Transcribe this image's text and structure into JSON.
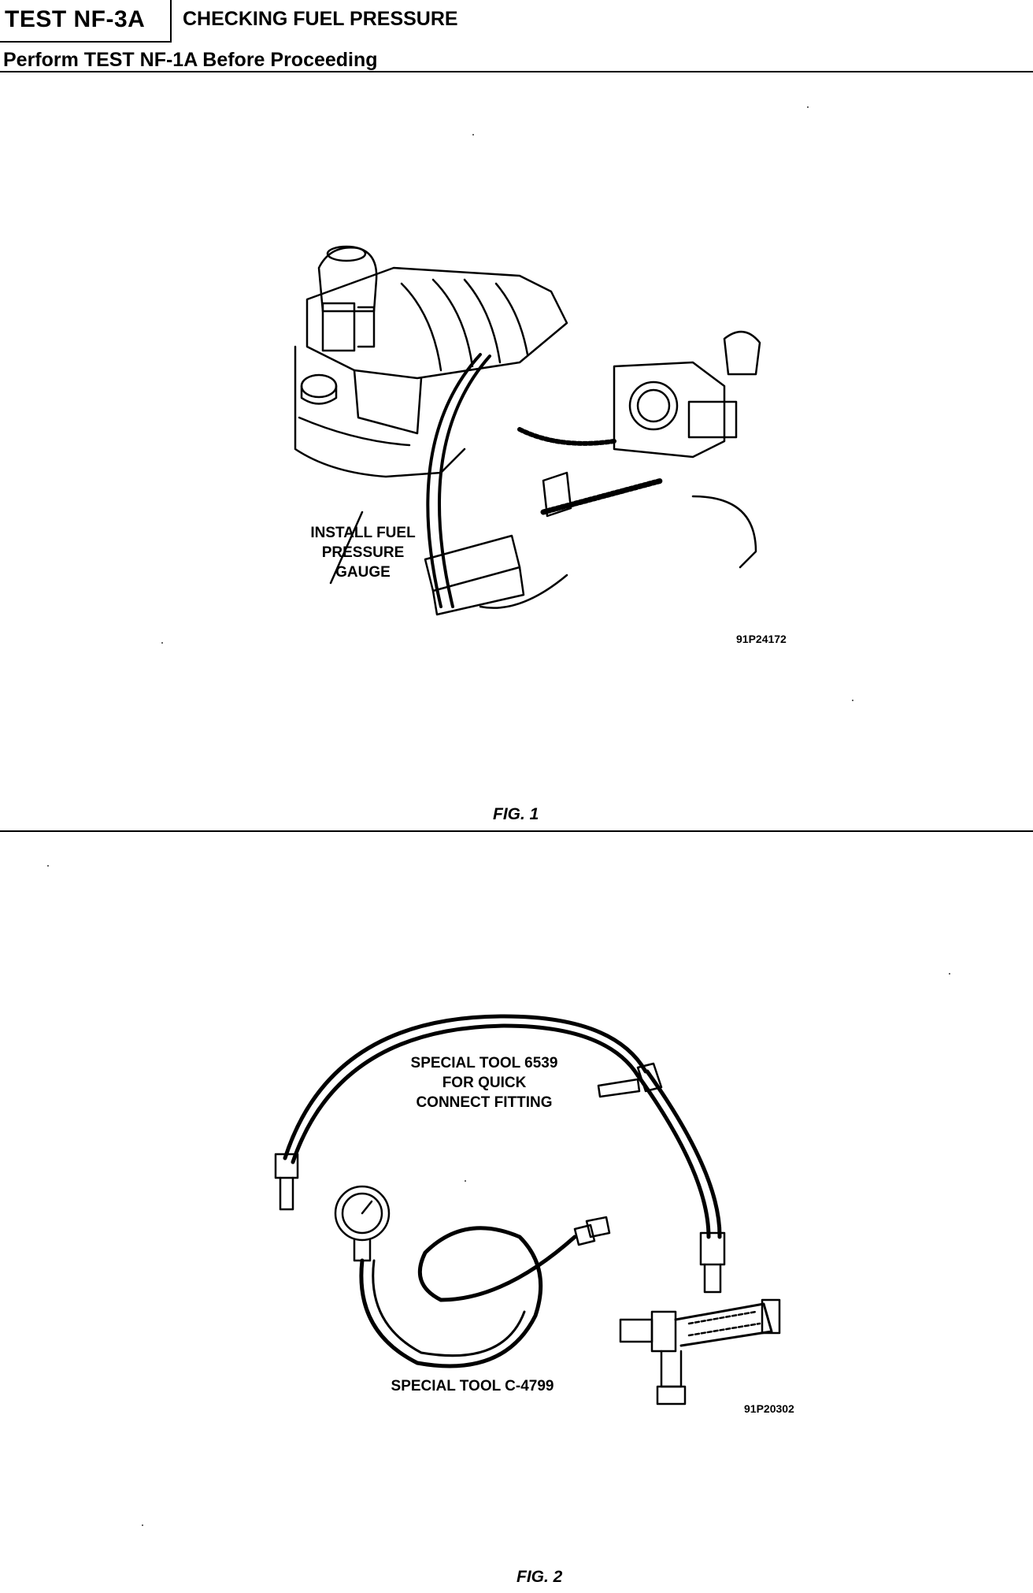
{
  "header": {
    "test_id": "TEST NF-3A",
    "test_title": "CHECKING FUEL PRESSURE",
    "subtitle": "Perform TEST NF-1A Before Proceeding"
  },
  "figure1": {
    "callout": [
      "INSTALL FUEL",
      "PRESSURE",
      "GAUGE"
    ],
    "code": "91P24172",
    "caption": "FIG. 1"
  },
  "figure2": {
    "callout_top": [
      "SPECIAL TOOL 6539",
      "FOR QUICK",
      "CONNECT FITTING"
    ],
    "callout_bottom": "SPECIAL TOOL C-4799",
    "code": "91P20302",
    "caption": "FIG. 2"
  }
}
